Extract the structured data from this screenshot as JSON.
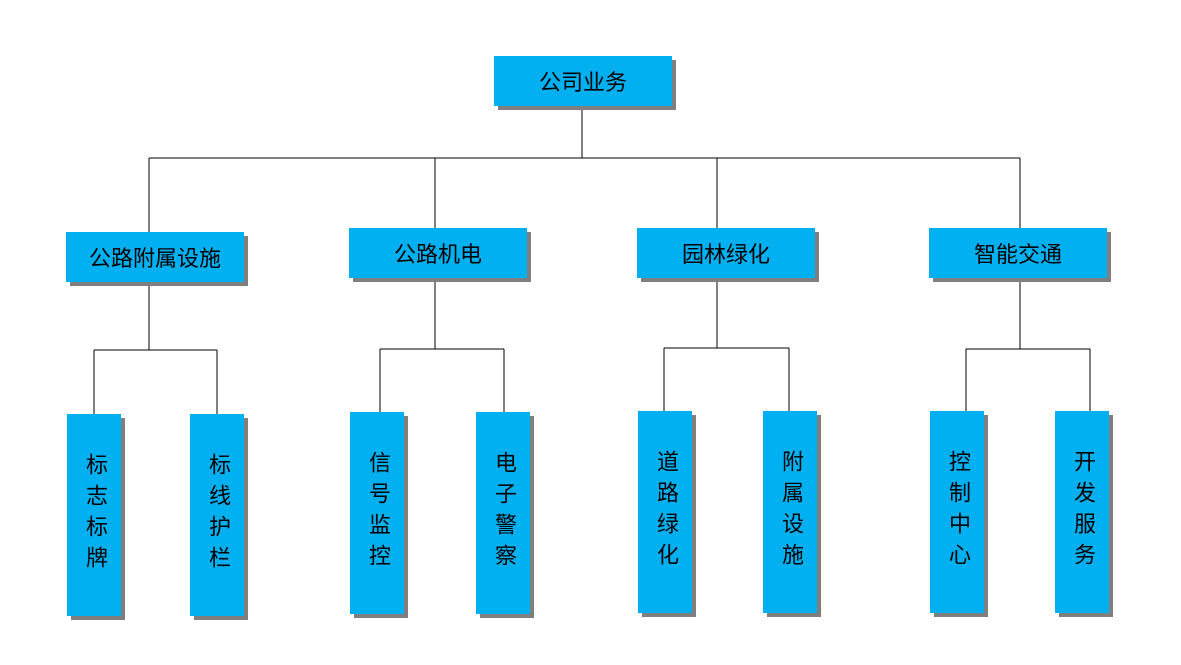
{
  "root": {
    "label": "公司业务"
  },
  "branches": [
    {
      "label": "公路附属设施",
      "children": [
        "标志标牌",
        "标线护栏"
      ]
    },
    {
      "label": "公路机电",
      "children": [
        "信号监控",
        "电子警察"
      ]
    },
    {
      "label": "园林绿化",
      "children": [
        "道路绿化",
        "附属设施"
      ]
    },
    {
      "label": "智能交通",
      "children": [
        "控制中心",
        "开发服务"
      ]
    }
  ],
  "colors": {
    "box": "#00b0f0",
    "shadow": "#7f7f7f",
    "line": "#000000"
  }
}
